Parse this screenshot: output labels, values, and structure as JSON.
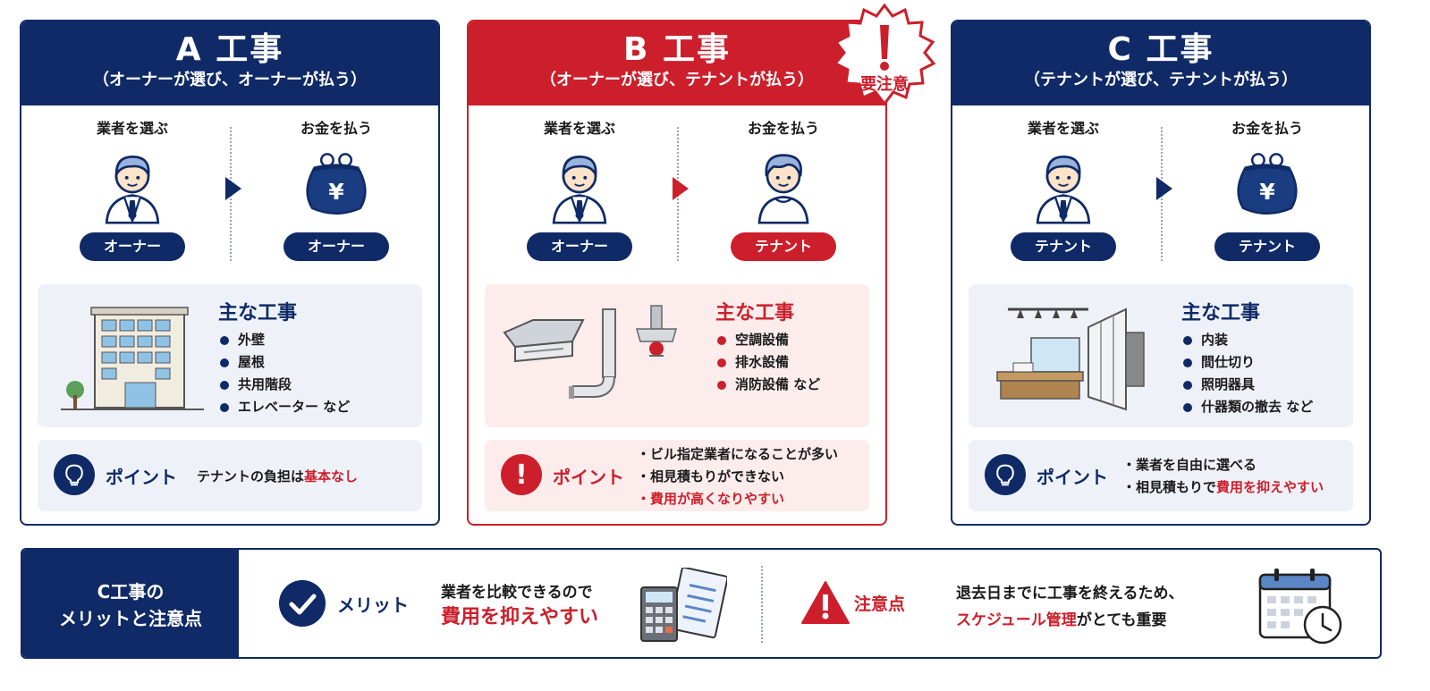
{
  "colors": {
    "navy": "#0f2a66",
    "red": "#cc1f2b",
    "light_blue": "#eef2f8",
    "light_red": "#fcecec"
  },
  "labels": {
    "choose": "業者を選ぶ",
    "pay": "お金を払う",
    "works_title": "主な工事",
    "point": "ポイント"
  },
  "panels": [
    {
      "title": "A 工事",
      "subtitle": "（オーナーが選び、オーナーが払う）",
      "chooser": "オーナー",
      "payer": "オーナー",
      "works": [
        "外壁",
        "屋根",
        "共用階段",
        "エレベーター など"
      ],
      "point_text_pre": "テナントの負担は",
      "point_text_hl": "基本なし"
    },
    {
      "title": "B 工事",
      "subtitle": "（オーナーが選び、テナントが払う）",
      "badge": "要注意",
      "chooser": "オーナー",
      "payer": "テナント",
      "works": [
        "空調設備",
        "排水設備",
        "消防設備 など"
      ],
      "points": [
        "・ビル指定業者になることが多い",
        "・相見積もりができない",
        "・費用が高くなりやすい"
      ]
    },
    {
      "title": "C 工事",
      "subtitle": "（テナントが選び、テナントが払う）",
      "chooser": "テナント",
      "payer": "テナント",
      "works": [
        "内装",
        "間仕切り",
        "照明器具",
        "什器類の撤去 など"
      ],
      "point_line1": "・業者を自由に選べる",
      "point_line2_pre": "・相見積もりで",
      "point_line2_hl": "費用を抑えやすい"
    }
  ],
  "bottom": {
    "title_line1": "C工事の",
    "title_line2": "メリットと注意点",
    "merit_label": "メリット",
    "merit_line1": "業者を比較できるので",
    "merit_line2": "費用を抑えやすい",
    "caution_label": "注意点",
    "caution_line1": "退去日までに工事を終えるため、",
    "caution_line2_hl": "スケジュール管理",
    "caution_line2_rest": "がとても重要"
  },
  "icons": {
    "owner": "businessman-icon",
    "tenant_b": "casual-person-icon",
    "tenant_c": "young-businessman-icon",
    "wallet": "yen-purse-icon",
    "building": "office-building-icon",
    "aircon": "ceiling-aircon-icon",
    "pipe": "drain-pipe-icon",
    "sprinkler": "sprinkler-icon",
    "interior": "interior-partition-icon",
    "lightbulb": "lightbulb-icon",
    "exclamation": "exclamation-icon",
    "check": "check-icon",
    "warning": "warning-triangle-icon",
    "calculator": "calculator-clipboard-icon",
    "calendar": "calendar-clock-icon"
  }
}
